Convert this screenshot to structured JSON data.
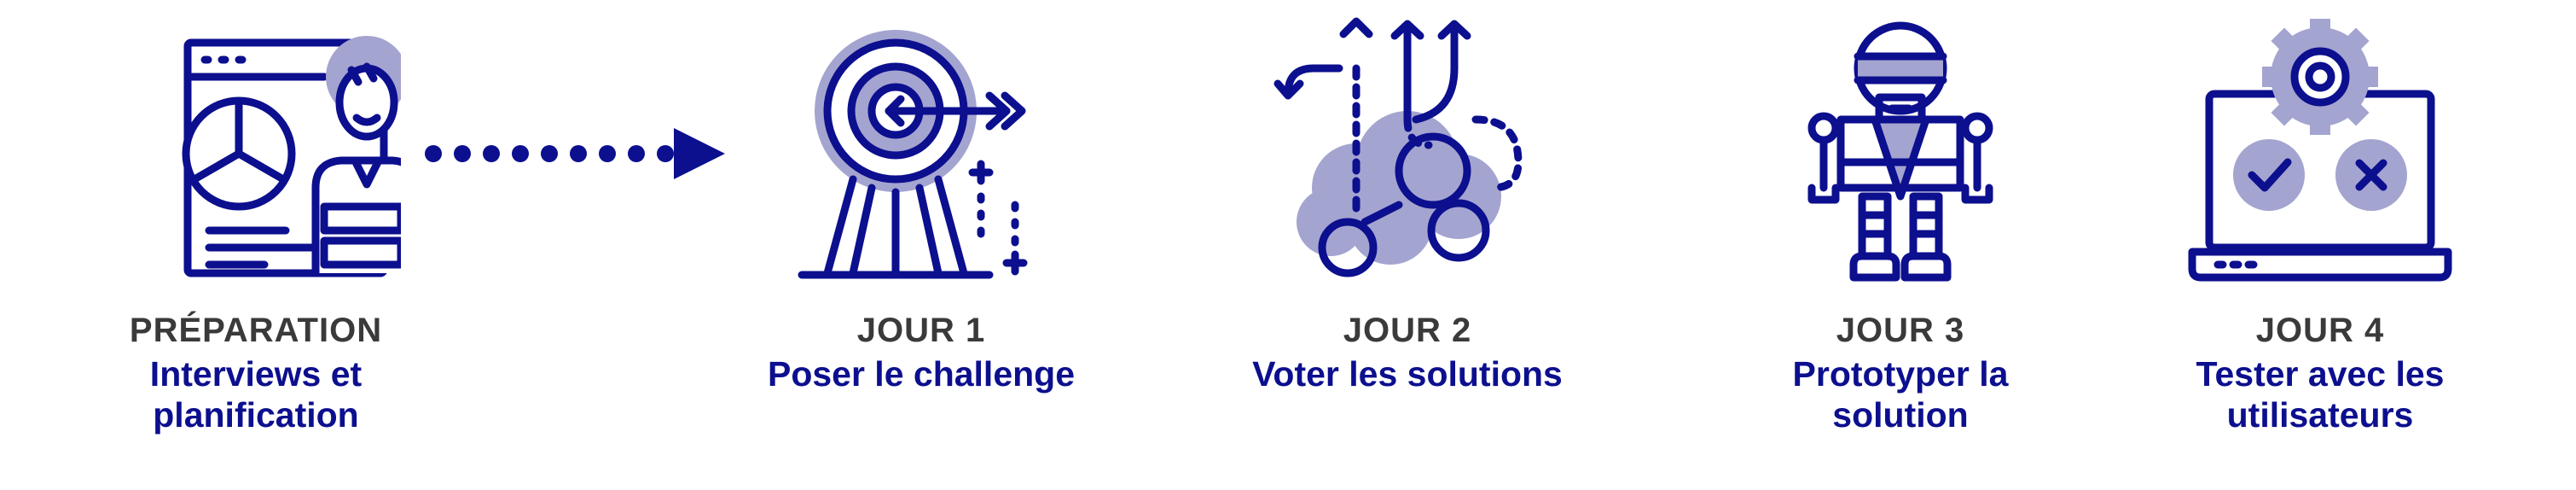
{
  "colors": {
    "primary": "#0c0f8e",
    "accent": "#a4a4d0",
    "heading": "#3a3a3a",
    "background": "#ffffff"
  },
  "steps": [
    {
      "heading": "PRÉPARATION",
      "title": "Interviews et planification",
      "icon": "presentation-icon"
    },
    {
      "heading": "JOUR 1",
      "title": "Poser le challenge",
      "icon": "target-icon"
    },
    {
      "heading": "JOUR 2",
      "title": "Voter les solutions",
      "icon": "brain-ideas-icon"
    },
    {
      "heading": "JOUR 3",
      "title": "Prototyper la solution",
      "icon": "robot-icon"
    },
    {
      "heading": "JOUR 4",
      "title": "Tester avec les utilisateurs",
      "icon": "laptop-gear-icon"
    }
  ]
}
